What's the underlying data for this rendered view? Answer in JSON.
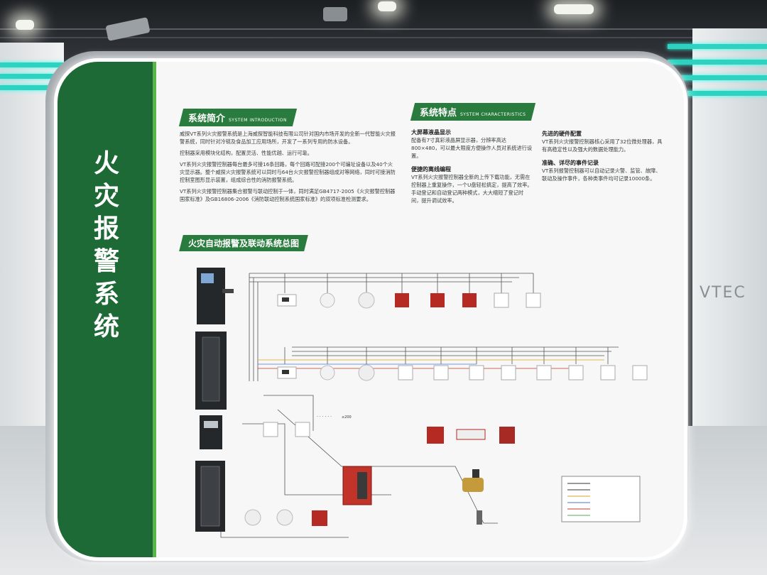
{
  "scene": "exhibition-booth",
  "board": {
    "main_title": "火灾报警系统",
    "intro": {
      "heading": "系统简介",
      "heading_en": "SYSTEM INTRODUCTION",
      "bullets": [
        "威探VT系列火灾报警系统是上海威探智能科技有限公司针对国内市场开发的全新一代智能火灾报警系统，同时针对冷链及食品加工应用场所，开发了一系列专用的防水设备。",
        "控制器采用模块化结构，配置灵活、性能优越、运行可靠。",
        "VT系列火灾报警控制器每台最多可接16条回路，每个回路可配接200个可编址设备以及40个火灾显示器。整个威探火灾报警系统可以同时与64台火灾报警控制器组成对等网络，同时可接消防控制室图形显示装置，组成综合性的消防报警系统。",
        "VT系列火灾报警控制器集合报警与联动控制于一体，同时满足GB4717-2005《火灾报警控制器国家标准》及GB16806-2006《消防联动控制系统国家标准》的双项标准检测要求。"
      ]
    },
    "features": {
      "heading": "系统特点",
      "heading_en": "SYSTEM CHARACTERISTICS",
      "items": [
        {
          "title": "大屏幕液晶显示",
          "text": "配备有7寸真彩液晶屏显示器，分辨率高达800×480，可以最大限度方便操作人员对系统进行设置。"
        },
        {
          "title": "便捷的离线编程",
          "text": "VT系列火灾报警控制器全新的上传下载功能，无需在控制器上重复操作，一个U盘轻松搞定，提高了效率。手动登记和自动登记两种模式，大大缩短了登记时间，提升调试效率。"
        },
        {
          "title": "先进的硬件配置",
          "text": "VT系列火灾报警控制器核心采用了32位微处理器，具有高稳定性以及强大的数据处理能力。"
        },
        {
          "title": "准确、详尽的事件记录",
          "text": "VT系列报警控制器可以自动记录火警、监管、故障、联动及操作事件，各种类事件均可记录10000条。"
        }
      ]
    },
    "diagram": {
      "heading": "火灾自动报警及联动系统总图",
      "ellipsis": "· · · · · ·",
      "count_label": "≤200"
    }
  },
  "background": {
    "brand_fragment": "VTEC"
  },
  "colors": {
    "panel_green": "#1e6a36",
    "accent_green": "#5bb44a",
    "tag_green": "#2a7c3e",
    "booth_teal": "#2dd3c0"
  }
}
